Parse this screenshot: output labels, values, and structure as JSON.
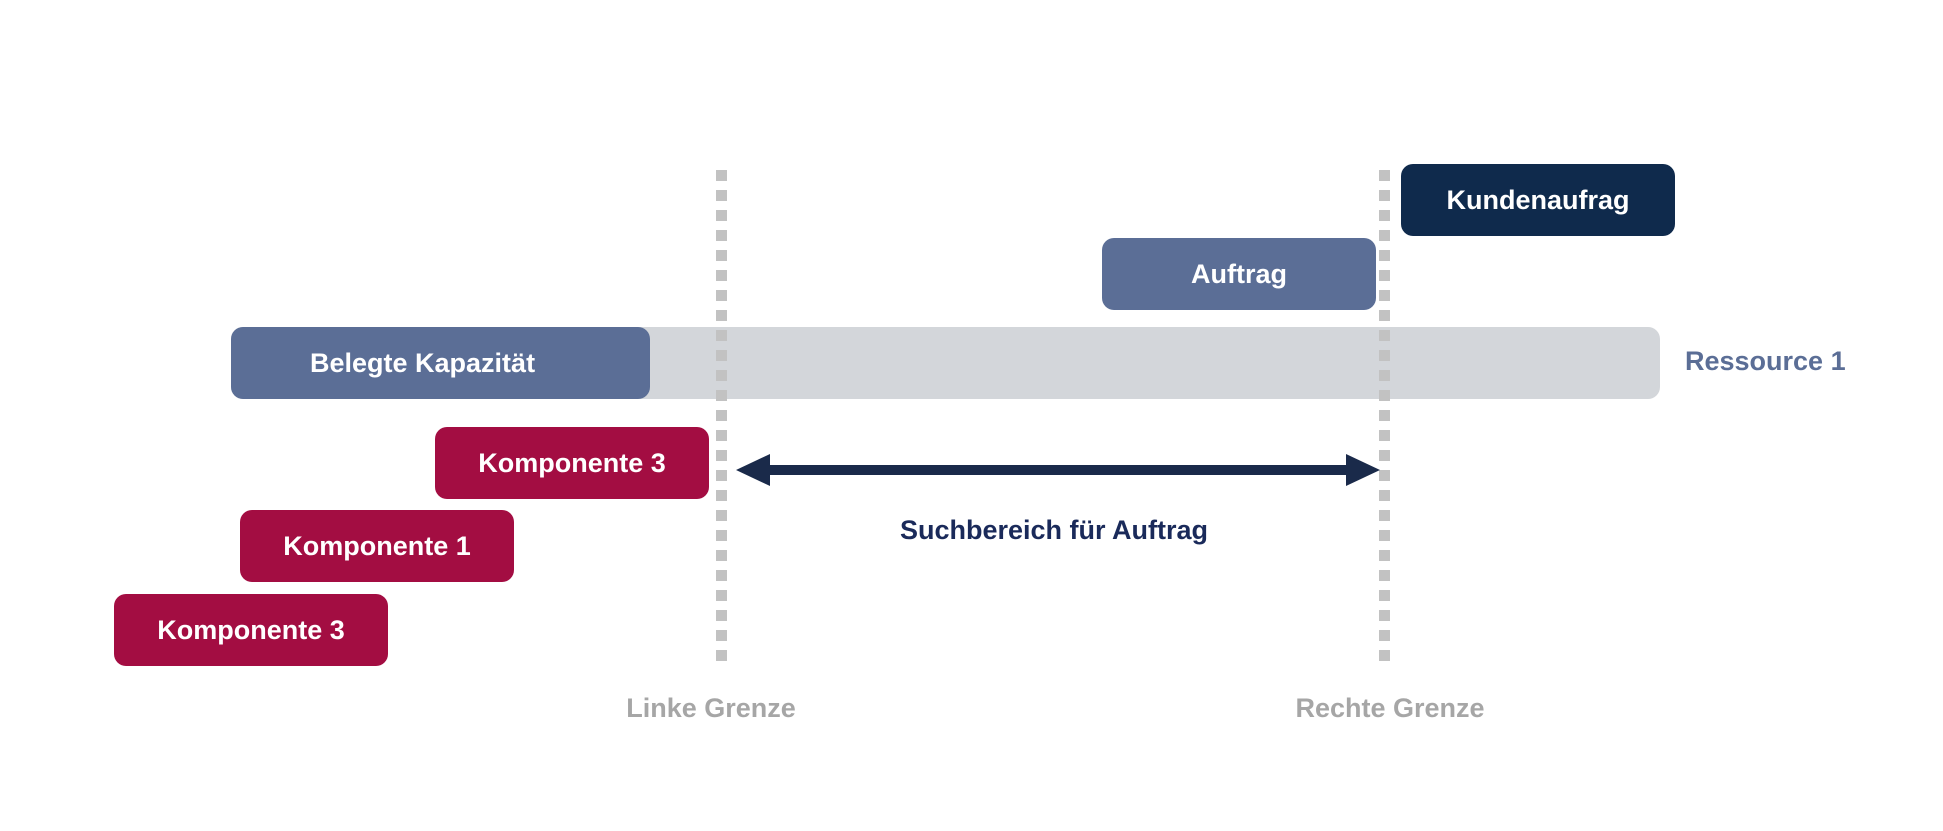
{
  "diagram": {
    "orders": {
      "customer_order": "Kundenaufrag",
      "order": "Auftrag"
    },
    "resource": {
      "occupied_capacity": "Belegte Kapazität",
      "name": "Ressource 1"
    },
    "components": [
      "Komponente 3",
      "Komponente 1",
      "Komponente 3"
    ],
    "search_range": "Suchbereich für Auftrag",
    "boundaries": {
      "left": "Linke Grenze",
      "right": "Rechte Grenze"
    },
    "colors": {
      "order_blue": "#5b6e96",
      "customer_navy": "#0f2a4c",
      "component_red": "#a30d42",
      "track_gray": "#d3d6da",
      "boundary_gray": "#c2c2c2",
      "arrow_navy": "#1a2a4a"
    }
  }
}
